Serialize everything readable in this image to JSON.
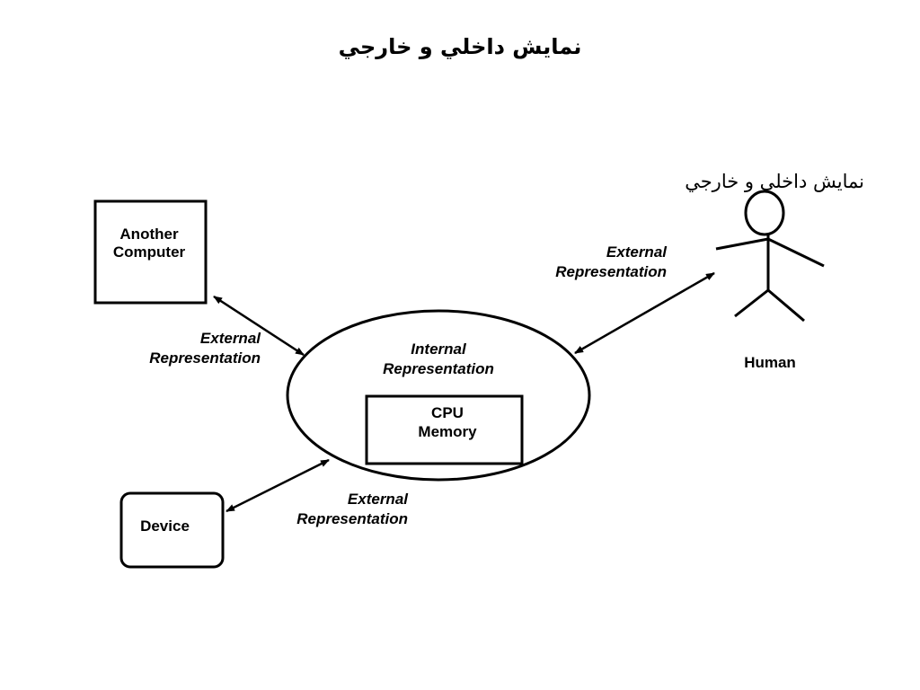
{
  "title": "نمایش داخلي و خارجي",
  "subtitle": "نمایش داخلي و خارجي",
  "nodes": {
    "another_computer": {
      "line1": "Another",
      "line2": "Computer"
    },
    "device": {
      "label": "Device"
    },
    "human": {
      "label": "Human"
    },
    "cpu": {
      "line1": "CPU",
      "line2": "Memory"
    },
    "internal": {
      "line1": "Internal",
      "line2": "Representation"
    }
  },
  "edges": {
    "computer_link": {
      "line1": "External",
      "line2": "Representation"
    },
    "human_link": {
      "line1": "External",
      "line2": "Representation"
    },
    "device_link": {
      "line1": "External",
      "line2": "Representation"
    }
  }
}
